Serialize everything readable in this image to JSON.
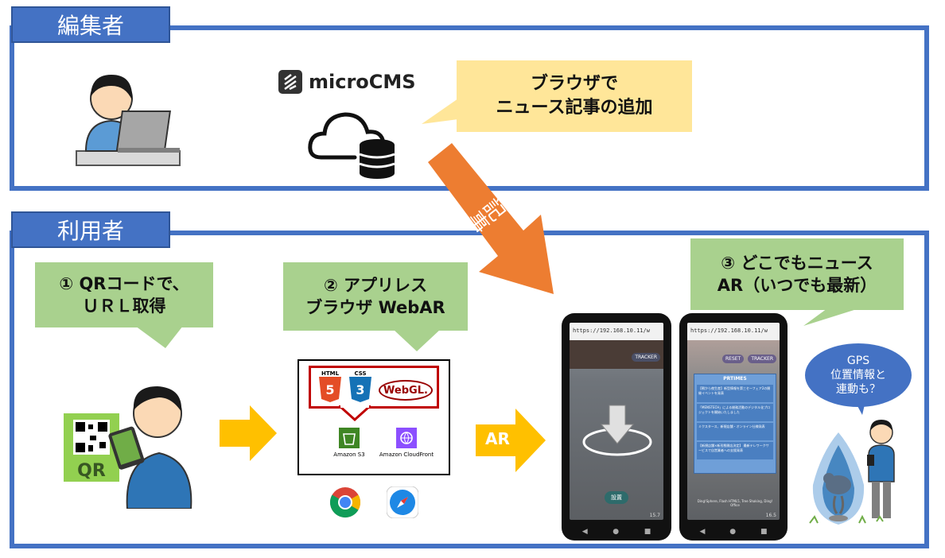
{
  "editor_section": {
    "tab_label": "編集者"
  },
  "cms": {
    "logo_text": "microCMS",
    "logo_icon": "microcms-logo-icon",
    "cloud_icon": "cloud-database-icon"
  },
  "editor_callout": {
    "line1": "ブラウザで",
    "line2": "ニュース記事の追加"
  },
  "flow_arrow": {
    "label": "記事"
  },
  "user_section": {
    "tab_label": "利用者"
  },
  "step1": {
    "line1": "① QRコードで、",
    "line2": "ＵＲＬ取得"
  },
  "qr_card": {
    "label": "QR"
  },
  "step2": {
    "line1": "② アプリレス",
    "line2": "ブラウザ WebAR"
  },
  "tech_stack": {
    "html5": "HTML",
    "css3": "CSS",
    "webgl": "WebGL.",
    "s3": "Amazon S3",
    "cloudfront": "Amazon CloudFront"
  },
  "ar_arrow": {
    "label": "AR"
  },
  "step3": {
    "line1": "③ どこでもニュース",
    "line2": "AR（いつでも最新）"
  },
  "gps_bubble": {
    "line1": "GPS",
    "line2": "位置情報と",
    "line3": "連動も？"
  },
  "phone1": {
    "url": "https://192.168.10.11/w",
    "tracker": "TRACKER",
    "place_button": "設置",
    "counter": "15.7"
  },
  "phone2": {
    "url": "https://192.168.10.11/w",
    "reset": "RESET",
    "tracker": "TRACKER",
    "board_title": "PRTIMES",
    "items": [
      "【朝から夜生産】新型情報を第三セーフェア2の開催イベントを発表",
      "「MENSTECH」による総務活動のデジタル化プロジェクトを開始いたしました",
      "ミクスタース、新規店舗・オンライン仕様発表",
      "【新規店舗×新形態開店決定】 最新テレワークサービスで自営業者への支援発表"
    ],
    "footer": "Ding!Sphere, Flash HTML5, Tree Shaking, Ding! Office",
    "counter": "16.5"
  },
  "colors": {
    "panel_border": "#4472c4",
    "orange": "#ed7d31",
    "yellow_arrow": "#ffc000",
    "gps": "#4472c4"
  }
}
